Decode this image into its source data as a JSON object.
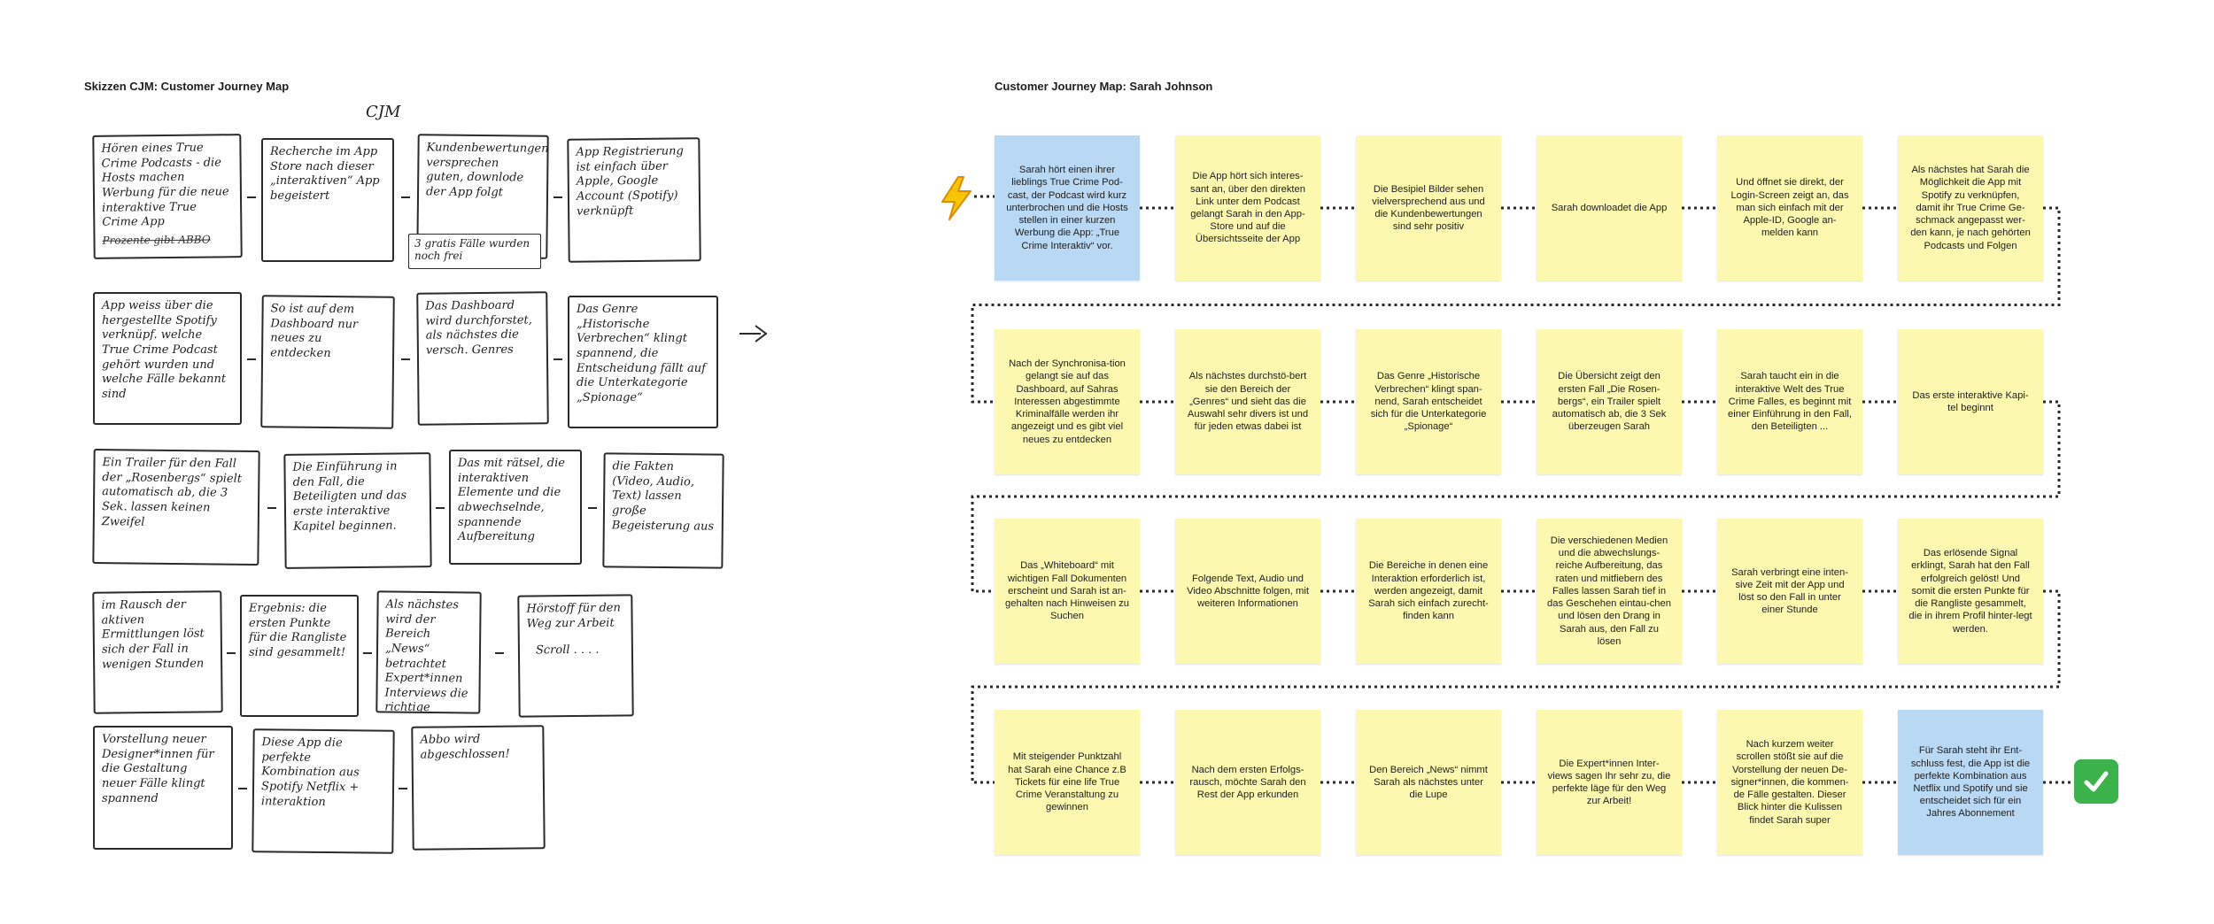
{
  "left_frame": {
    "title": "Skizzen CJM: Customer Journey Map",
    "sketch_header": "CJM",
    "rows": [
      [
        {
          "text": "Hören eines True Crime Podcasts - die Hosts machen Werbung für die neue interaktive True Crime App",
          "note": "Prozente gibt ABBO"
        },
        {
          "text": "Recherche im App Store nach dieser „interaktiven“ App begeistert"
        },
        {
          "text": "Kundenbewertungen versprechen guten, downlode der App folgt"
        },
        {
          "text": "App Registrierung ist einfach über Apple, Google Account (Spotify) verknüpft"
        }
      ],
      [
        {
          "text": "App weiss über die hergestellte Spotify verknüpf. welche True Crime Podcast gehört wurden und welche Fälle bekannt sind"
        },
        {
          "text": "So ist auf dem Dashboard nur neues zu entdecken"
        },
        {
          "text": "Das Dashboard wird durchforstet, als nächstes die versch. Genres"
        },
        {
          "text": "Das Genre „Historische Verbrechen“ klingt spannend, die Entscheidung fällt auf die Unterkategorie „Spionage“"
        }
      ],
      [
        {
          "text": "Ein Trailer für den Fall der „Rosenbergs“ spielt automatisch ab, die 3 Sek. lassen keinen Zweifel"
        },
        {
          "text": "Die Einführung in den Fall, die Beteiligten und das erste interaktive Kapitel beginnen."
        },
        {
          "text": "Das mit rätsel, die interaktiven Elemente und die abwechselnde, spannende Aufbereitung"
        },
        {
          "text": "die Fakten (Video, Audio, Text) lassen große Begeisterung aus"
        }
      ],
      [
        {
          "text": "im Rausch der aktiven Ermittlungen löst sich der Fall in wenigen Stunden"
        },
        {
          "text": "Ergebnis: die ersten Punkte für die Rangliste sind gesammelt!"
        },
        {
          "text": "Als nächstes wird der Bereich „News“ betrachtet Expert*innen Interviews die richtige"
        },
        {
          "text": "Hörstoff für den Weg zur Arbeit",
          "note2": "Scroll . . . ."
        }
      ],
      [
        {
          "text": "Vorstellung neuer Designer*innen für die Gestaltung neuer Fälle klingt spannend"
        },
        {
          "text": "Diese App die perfekte Kombination aus Spotify Netflix + interaktion"
        },
        {
          "text": "Abbo wird abgeschlossen!"
        }
      ]
    ],
    "subnote": "3 gratis Fälle wurden noch frei"
  },
  "right_frame": {
    "title": "Customer Journey Map: Sarah Johnson",
    "rows": [
      [
        {
          "text": "Sarah hört einen ihrer lieblings True Crime Pod-cast, der Podcast wird kurz unterbrochen und die Hosts stellen in einer kurzen Werbung die App: „True Crime Interaktiv“ vor.",
          "color": "blue"
        },
        {
          "text": "Die App hört sich interes-sant an, über den direkten Link unter dem Podcast gelangt Sarah in den App-Store und auf die Übersichtsseite der App",
          "color": "yellow"
        },
        {
          "text": "Die Besipiel Bilder sehen vielversprechend aus und die Kundenbewertungen sind sehr positiv",
          "color": "yellow"
        },
        {
          "text": "Sarah downloadet die App",
          "color": "yellow"
        },
        {
          "text": "Und öffnet sie direkt, der Login-Screen zeigt an, das man sich einfach mit der Apple-ID, Google an-melden kann",
          "color": "yellow"
        },
        {
          "text": "Als nächstes hat Sarah die Möglichkeit die App mit Spotify zu verknüpfen, damit ihr True Crime Ge-schmack angepasst wer-den kann, je nach gehörten Podcasts und Folgen",
          "color": "yellow"
        }
      ],
      [
        {
          "text": "Nach der Synchronisa-tion gelangt sie auf das Dashboard, auf Sahras Interessen abgestimmte Kriminalfälle werden ihr angezeigt und es gibt viel neues zu entdecken",
          "color": "yellow"
        },
        {
          "text": "Als nächstes durchstö-bert sie den Bereich der „Genres“ und sieht das die Auswahl sehr divers ist und für jeden etwas dabei ist",
          "color": "yellow"
        },
        {
          "text": "Das Genre „Historische Verbrechen“ klingt span-nend, Sarah entscheidet sich für die Unterkategorie „Spionage“",
          "color": "yellow"
        },
        {
          "text": "Die Übersicht zeigt den ersten Fall „Die Rosen-bergs“, ein Trailer spielt automatisch ab, die 3 Sek überzeugen Sarah",
          "color": "yellow"
        },
        {
          "text": "Sarah taucht ein in die interaktive Welt des True Crime Falles, es beginnt mit einer Einführung in den Fall, den Beteiligten ...",
          "color": "yellow"
        },
        {
          "text": "Das erste interaktive Kapi-tel beginnt",
          "color": "yellow"
        }
      ],
      [
        {
          "text": "Das „Whiteboard“ mit wichtigen Fall Dokumenten erscheint und Sarah ist an-gehalten nach Hinweisen zu Suchen",
          "color": "yellow"
        },
        {
          "text": "Folgende Text, Audio und Video Abschnitte folgen, mit weiteren Informationen",
          "color": "yellow"
        },
        {
          "text": "Die Bereiche in denen eine Interaktion erforderlich ist, werden angezeigt, damit Sarah sich einfach zurecht-finden kann",
          "color": "yellow"
        },
        {
          "text": "Die verschiedenen Medien und die abwechslungs-reiche Aufbereitung, das raten und mitfiebern des Falles lassen Sarah tief in das Geschehen eintau-chen und lösen den Drang in Sarah aus, den Fall zu lösen",
          "color": "yellow"
        },
        {
          "text": "Sarah verbringt eine inten-sive Zeit mit der App und löst so den Fall in unter einer Stunde",
          "color": "yellow"
        },
        {
          "text": "Das erlösende Signal erklingt, Sarah hat den Fall erfolgreich gelöst! Und somit die ersten Punkte für die Rangliste gesammelt, die in ihrem Profil hinter-legt werden.",
          "color": "yellow"
        }
      ],
      [
        {
          "text": "Mit steigender Punktzahl hat Sarah eine Chance z.B Tickets für eine life True Crime Veranstaltung zu gewinnen",
          "color": "yellow"
        },
        {
          "text": "Nach dem ersten Erfolgs-rausch, möchte Sarah den Rest der App erkunden",
          "color": "yellow"
        },
        {
          "text": "Den Bereich „News“ nimmt Sarah als nächstes unter die Lupe",
          "color": "yellow"
        },
        {
          "text": "Die Expert*innen Inter-views sagen Ihr sehr zu, die perfekte läge für den Weg zur Arbeit!",
          "color": "yellow"
        },
        {
          "text": "Nach kurzem weiter scrollen stößt sie auf die Vorstellung der neuen De-signer*innen, die kommen-de Fälle gestalten. Dieser Blick hinter die Kulissen findet Sarah super",
          "color": "yellow"
        },
        {
          "text": "Für Sarah steht ihr Ent-schluss fest, die App ist die perfekte Kombination aus Netflix und Spotify und sie entscheidet sich für ein Jahres Abonnement",
          "color": "blue"
        }
      ]
    ]
  },
  "icons": {
    "start": "lightning-icon",
    "end": "check-mark-icon"
  },
  "colors": {
    "sticky_yellow": "#fdf8b0",
    "sticky_blue": "#b9d8f4",
    "connector": "#2a2a2a",
    "check_green": "#3cb34a",
    "lightning": "#f5b800"
  }
}
